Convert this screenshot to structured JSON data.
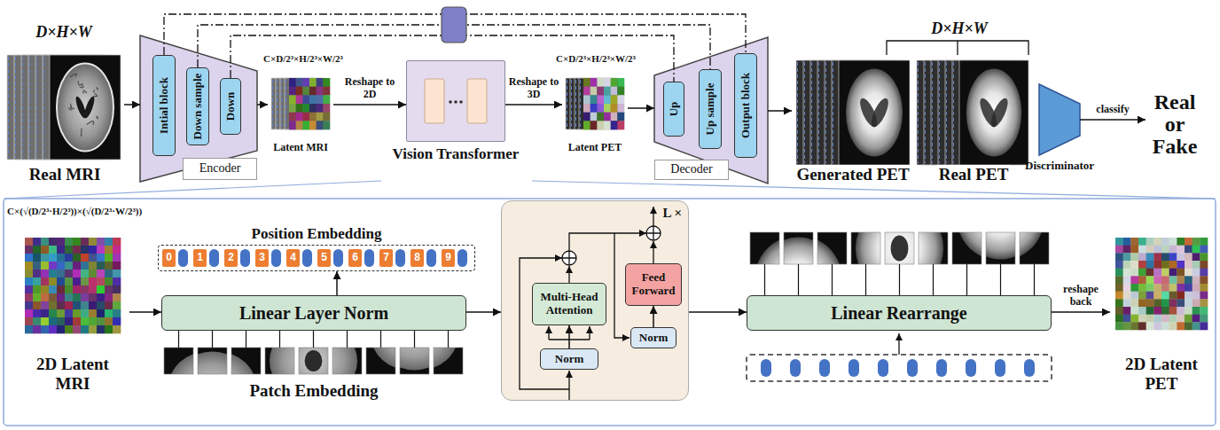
{
  "diagram": {
    "nodes": [
      {
        "text": [
          "Real MRI"
        ]
      },
      {
        "text": [
          "Encoder"
        ]
      },
      {
        "text": [
          "Intial block"
        ],
        "in": 1
      },
      {
        "text": [
          "Down sample"
        ],
        "in": 1
      },
      {
        "text": [
          "Down"
        ],
        "in": 1
      },
      {
        "text": [
          "Latent MRI"
        ]
      },
      {
        "text": [
          "Vision Transformer"
        ]
      },
      {
        "text": [
          "Latent PET"
        ]
      },
      {
        "text": [
          "Decoder"
        ]
      },
      {
        "text": [
          "Up"
        ],
        "in": 8
      },
      {
        "text": [
          "Up sample"
        ],
        "in": 8
      },
      {
        "text": [
          "Output block"
        ],
        "in": 8
      },
      {
        "text": [
          "Generated PET"
        ]
      },
      {
        "text": [
          "Real PET"
        ]
      },
      {
        "text": [
          "Discriminator"
        ]
      },
      {
        "text": [
          "Real or Fake"
        ]
      },
      {
        "text": [
          "2D Latent MRI"
        ]
      },
      {
        "text": [
          "Position Embedding"
        ]
      },
      {
        "text": [
          "Linear Layer Norm"
        ]
      },
      {
        "text": [
          "L ×"
        ]
      },
      {
        "text": [
          "Multi-Head Attention"
        ],
        "in": 19
      },
      {
        "text": [
          "Norm"
        ],
        "in": 19
      },
      {
        "text": [
          "Feed Forward"
        ],
        "in": 19
      },
      {
        "text": [
          "Norm"
        ],
        "in": 19
      },
      {
        "text": [
          "Linear Rearrange"
        ]
      },
      {
        "text": [
          "2D Latent PET"
        ]
      }
    ],
    "edges": [
      {
        "from": 0,
        "to": 1,
        "arrow": "to"
      },
      {
        "from": 1,
        "to": 5,
        "arrow": "to"
      },
      {
        "from": 5,
        "to": 6,
        "arrow": "to",
        "label": "Reshape to 2D"
      },
      {
        "from": 6,
        "to": 7,
        "arrow": "to",
        "label": "Reshape to 3D"
      },
      {
        "from": 7,
        "to": 8,
        "arrow": "to"
      },
      {
        "from": 8,
        "to": 12,
        "arrow": "to"
      },
      {
        "from": 2,
        "to": 11,
        "arrow": "none"
      },
      {
        "from": 3,
        "to": 10,
        "arrow": "none"
      },
      {
        "from": 4,
        "to": 9,
        "arrow": "none"
      },
      {
        "from": 14,
        "to": 15,
        "arrow": "to",
        "label": "classify"
      },
      {
        "from": 16,
        "to": 18,
        "arrow": "to"
      },
      {
        "from": 18,
        "to": 17,
        "arrow": "to"
      },
      {
        "from": 18,
        "to": 19,
        "arrow": "to"
      },
      {
        "from": 21,
        "to": 20,
        "arrow": "to"
      },
      {
        "from": 23,
        "to": 22,
        "arrow": "to"
      },
      {
        "from": 19,
        "to": 24,
        "arrow": "to"
      },
      {
        "from": 24,
        "to": 25,
        "arrow": "to",
        "label": "reshape back"
      }
    ],
    "labels": [
      "D×H×W",
      "C×D/2³×H/2³×W/2³",
      "C×D/2³×H/2³×W/2³",
      "D×H×W",
      "C×(√(D/2³·H/2³))×(√(D/2³·W/2³))",
      "0",
      "1",
      "2",
      "3",
      "4",
      "5",
      "6",
      "7",
      "8",
      "9",
      "Patch Embedding",
      "C×(√(D/2³·H/2³))×(√(D/2³·W/2³))"
    ]
  }
}
